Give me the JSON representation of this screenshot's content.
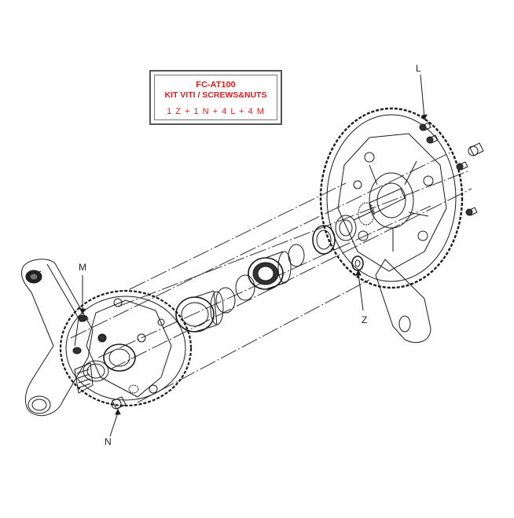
{
  "label_box": {
    "model": "FC-AT100",
    "kit_name": "KIT VITI / SCREWS&NUTS",
    "contents": "1 Z + 1 N + 4 L + 4 M"
  },
  "callouts": {
    "L": "L",
    "M": "M",
    "N": "N",
    "Z": "Z"
  },
  "colors": {
    "label_text": "#d81e1e",
    "line_art": "#1a1a1a"
  }
}
